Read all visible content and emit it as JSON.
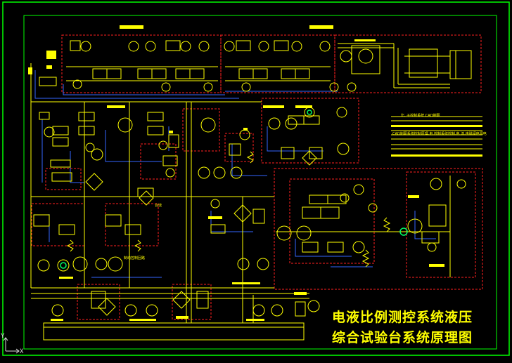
{
  "title": {
    "line1": "电液比例测控系统液压",
    "line2": "综合试验台系统原理图"
  },
  "notes": {
    "note_a": "比,  子控制系统        CAD制图",
    "note_b": "CAD制图系统控制原理,电  控制系统控制,电  流,电磁阀电源电",
    "label_chanel": "合流",
    "label_zhidong": "制动控制回路"
  },
  "ucs": {
    "y": "Y",
    "x": "X"
  },
  "colors": {
    "background": "#000000",
    "border": "#00ff00",
    "lines": "#ffff00",
    "boxes": "#ff0000",
    "pipes": "#3366ff",
    "accent": "#00ff66"
  }
}
